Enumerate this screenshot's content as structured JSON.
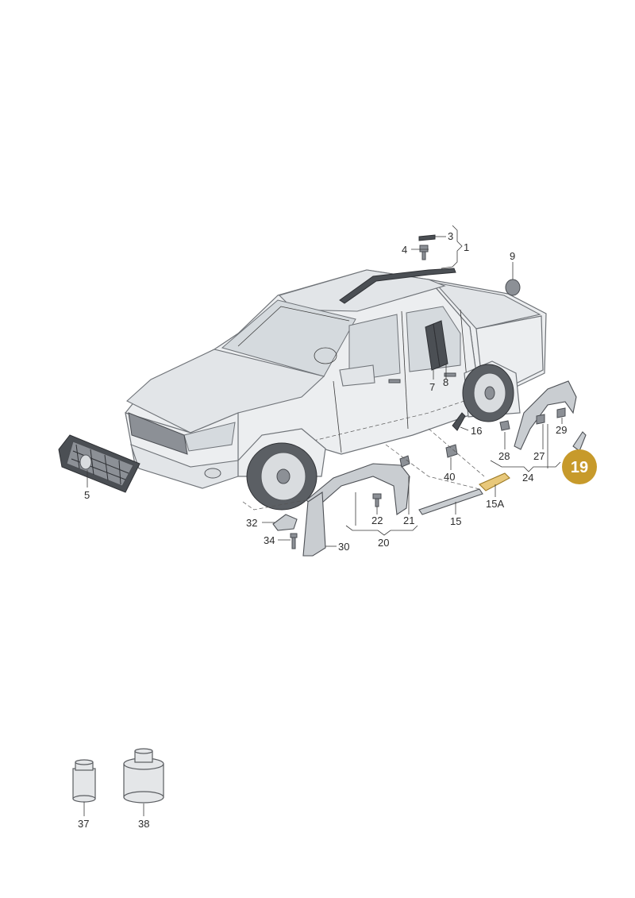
{
  "labels": {
    "p1": "1",
    "p3": "3",
    "p4": "4",
    "p5": "5",
    "p7": "7",
    "p8": "8",
    "p9": "9",
    "p15": "15",
    "p15a": "15A",
    "p16": "16",
    "p20": "20",
    "p21": "21",
    "p22": "22",
    "p24": "24",
    "p27": "27",
    "p28": "28",
    "p29": "29",
    "p30": "30",
    "p32": "32",
    "p34": "34",
    "p37": "37",
    "p38": "38",
    "p40": "40"
  },
  "highlight": {
    "label": "19",
    "color": "#c79a2b"
  }
}
